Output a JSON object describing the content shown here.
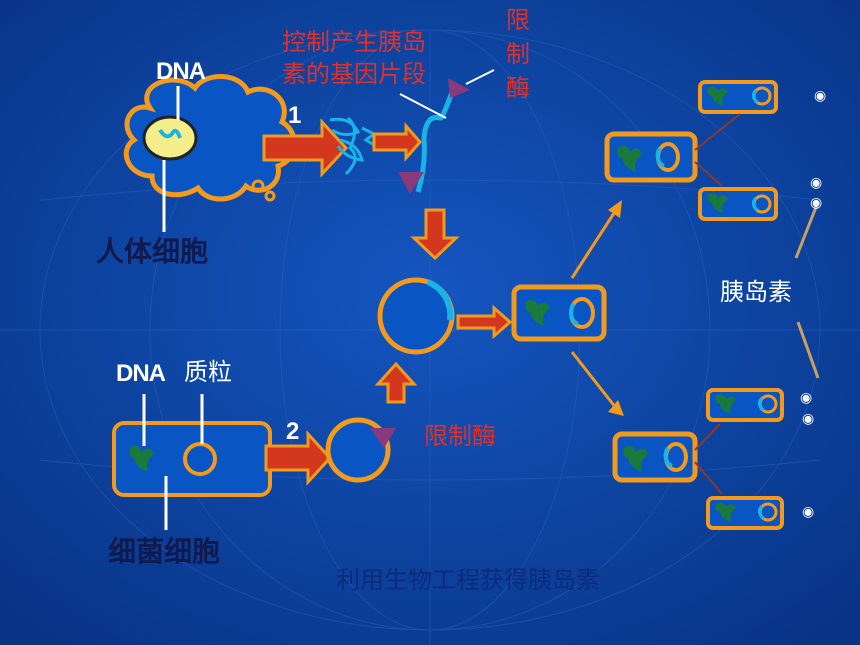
{
  "labels": {
    "dna_top": "DNA",
    "gene_fragment_line1": "控制产生胰岛",
    "gene_fragment_line2": "素的基因片段",
    "restriction_enzyme_top": [
      "限",
      "制",
      "酶"
    ],
    "step1": "1",
    "step2": "2",
    "human_cell": "人体细胞",
    "dna_bottom": "DNA",
    "plasmid": "质粒",
    "restriction_enzyme_bottom": "限制酶",
    "bacteria_cell": "细菌细胞",
    "insulin": "胰岛素",
    "caption": "利用生物工程获得胰岛素"
  },
  "colors": {
    "background": "#0a3d9a",
    "orange": "#f39a1c",
    "cell_fill": "#0a55c4",
    "dna_green": "#1a7a3e",
    "gene_cyan": "#18b4e8",
    "enzyme_purple": "#8a3a7a",
    "label_red": "#e0302a"
  },
  "bullets": [
    "◉",
    "◉",
    "◉",
    "◉",
    "◉",
    "◉"
  ]
}
